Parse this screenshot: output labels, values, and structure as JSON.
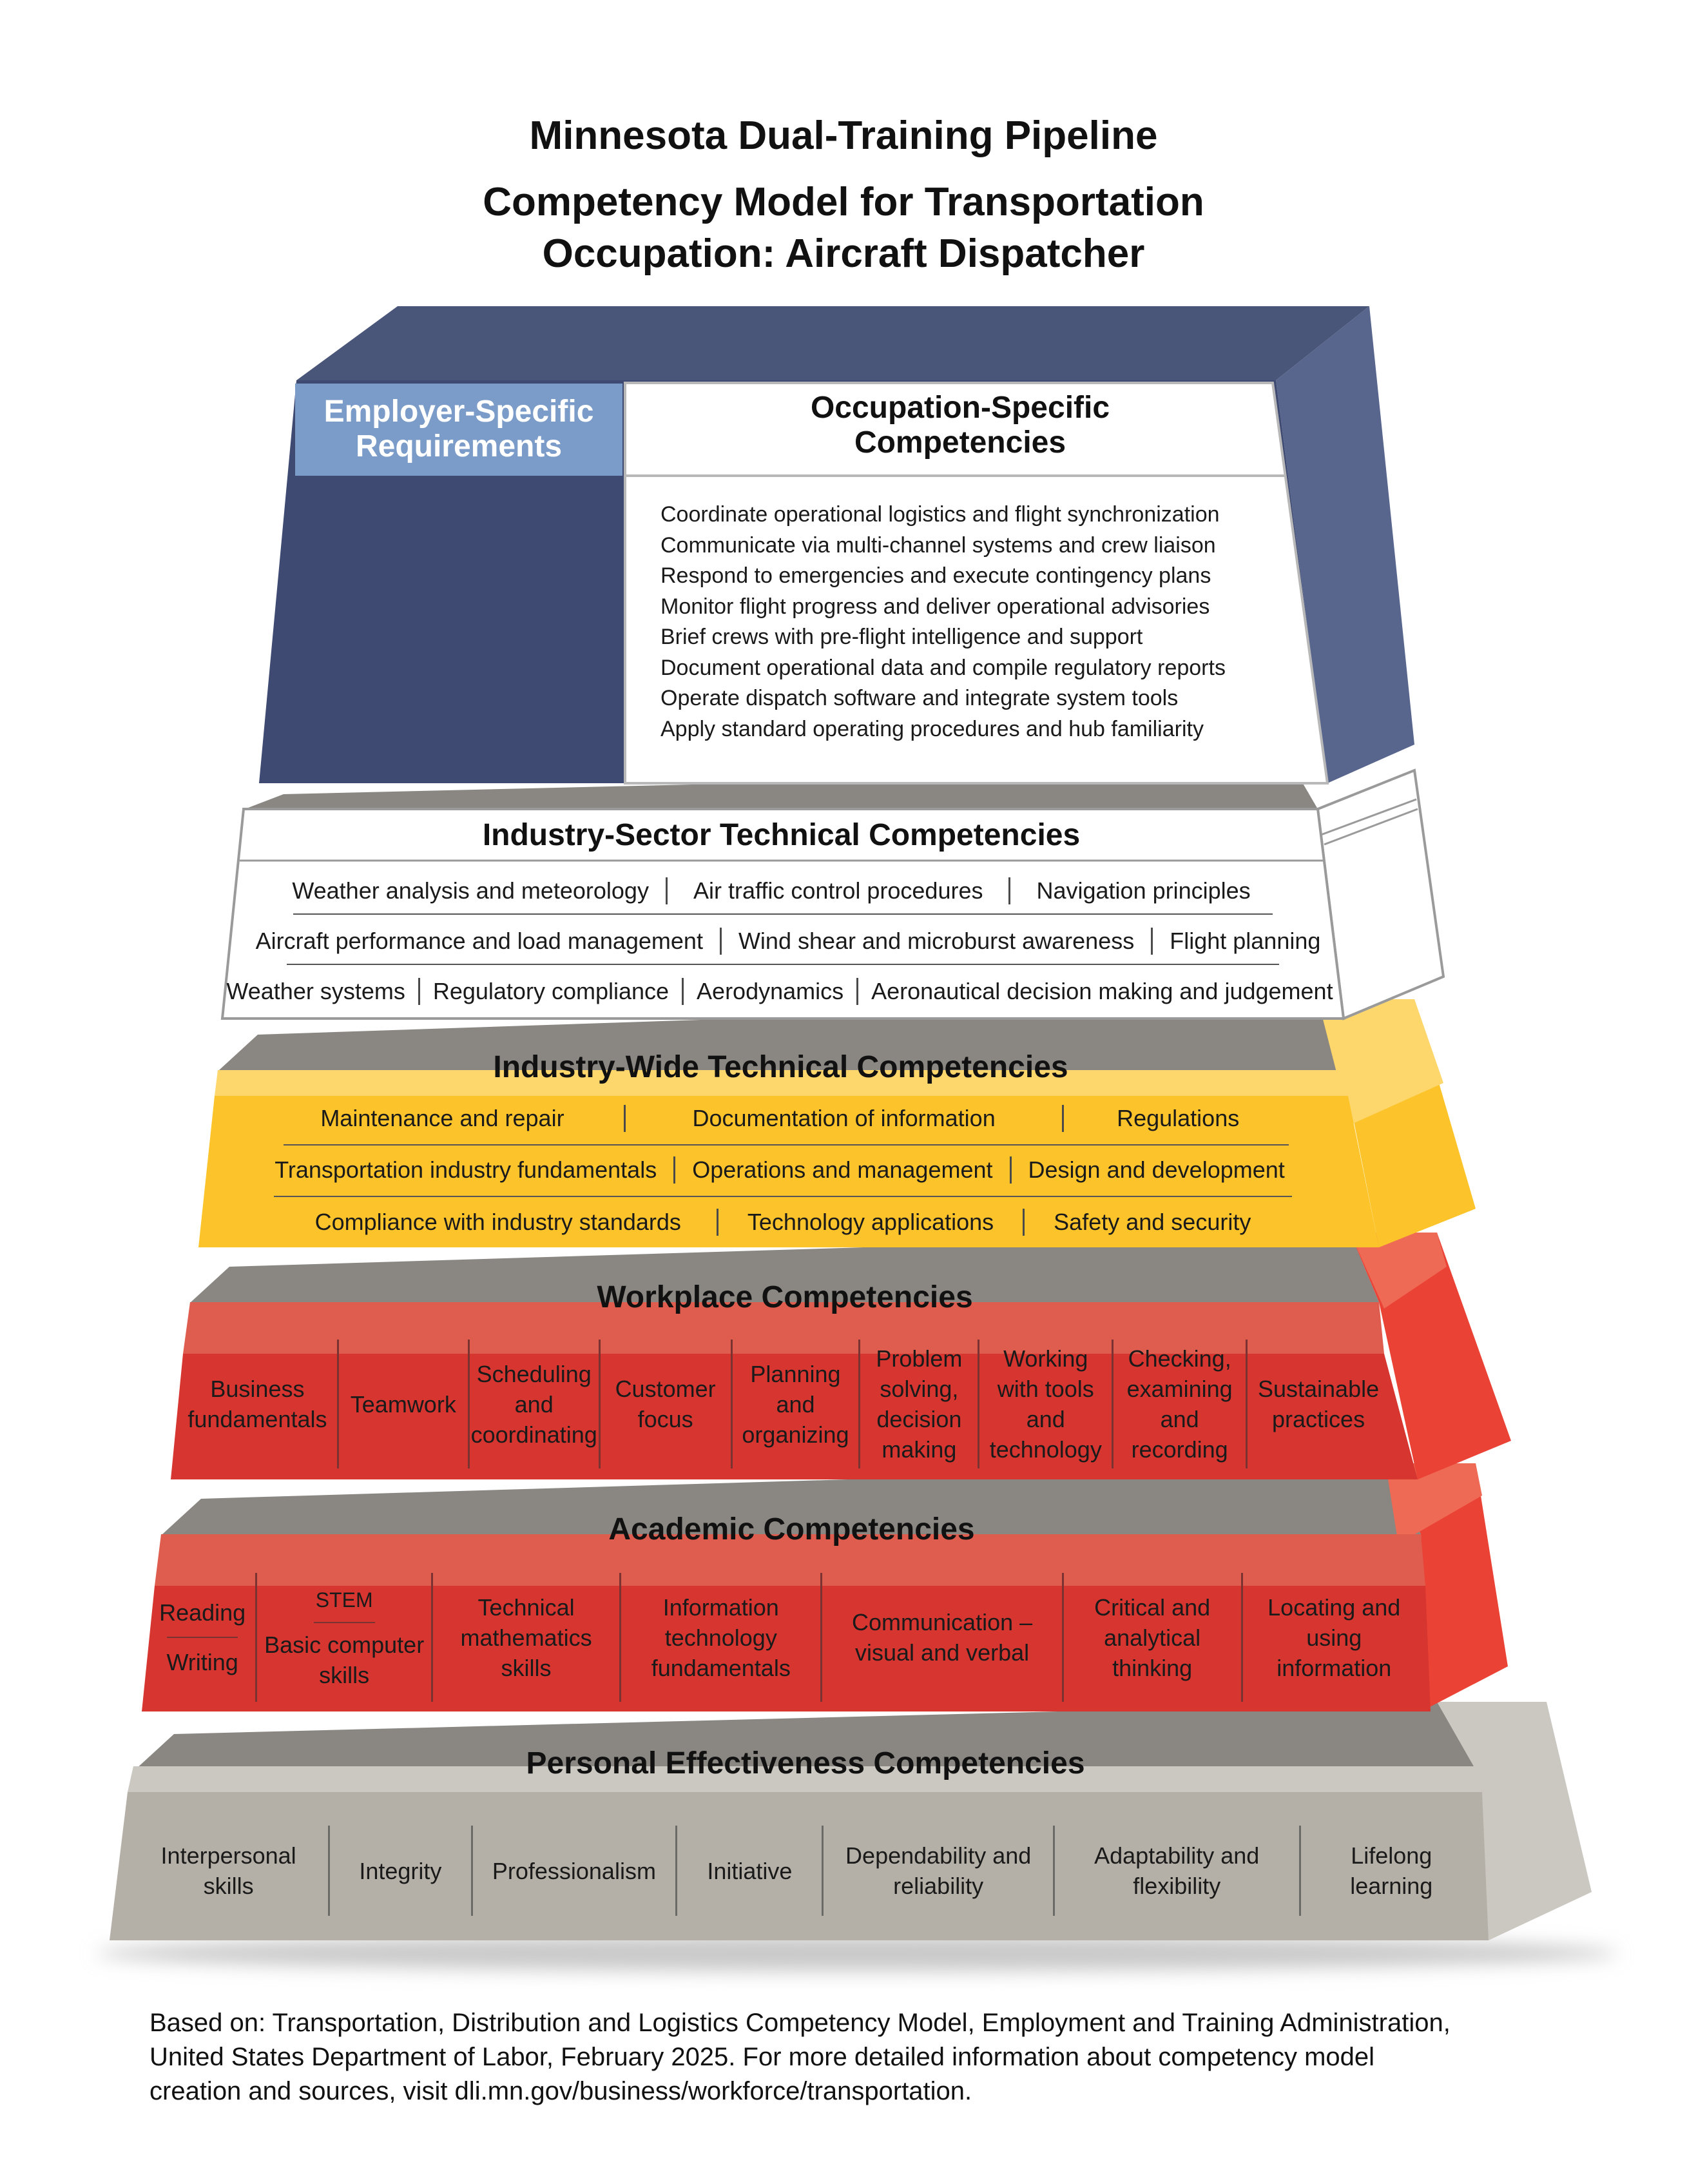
{
  "header": {
    "title_line1": "Minnesota Dual-Training Pipeline",
    "title_line2": "Competency Model for Transportation",
    "title_line3": "Occupation:  Aircraft Dispatcher"
  },
  "colors": {
    "navy": "#3e4a72",
    "navy_top": "#4a5679",
    "navy_side": "#58668e",
    "employer_label": "#7b9cc8",
    "yellow": "#fcc42a",
    "yellow_light": "#fdd66c",
    "red": "#d63530",
    "red_light": "#df5d4e",
    "red_side": "#ea4235",
    "gray": "#b5b0a7",
    "gray_light": "#cbc7c1",
    "shadow": "#8a8681"
  },
  "tier_top": {
    "employer_label": "Employer-Specific Requirements",
    "occupation_label": "Occupation-Specific Competencies",
    "items": [
      "Coordinate operational logistics and flight synchronization",
      "Communicate via multi-channel systems and crew liaison",
      "Respond to emergencies and execute contingency plans",
      "Monitor flight progress and deliver operational advisories",
      "Brief crews with pre-flight intelligence and support",
      "Document operational data and compile regulatory reports",
      "Operate dispatch software and integrate system tools",
      "Apply standard operating procedures and hub familiarity"
    ]
  },
  "tier_sector": {
    "title": "Industry-Sector Technical Competencies",
    "rows": [
      [
        "Weather analysis and meteorology",
        "Air traffic control procedures",
        "Navigation principles"
      ],
      [
        "Aircraft performance and load management",
        "Wind shear and microburst awareness",
        "Flight planning"
      ],
      [
        "Weather systems",
        "Regulatory compliance",
        "Aerodynamics",
        "Aeronautical decision making and judgement"
      ]
    ]
  },
  "tier_wide": {
    "title": "Industry-Wide Technical Competencies",
    "rows": [
      [
        "Maintenance and repair",
        "Documentation of information",
        "Regulations"
      ],
      [
        "Transportation industry fundamentals",
        "Operations and management",
        "Design and development"
      ],
      [
        "Compliance with industry standards",
        "Technology applications",
        "Safety and security"
      ]
    ]
  },
  "tier_workplace": {
    "title": "Workplace Competencies",
    "items": [
      "Business fundamentals",
      "Teamwork",
      "Scheduling and coordinating",
      "Customer focus",
      "Planning and organizing",
      "Problem solving, decision making",
      "Working with tools and technology",
      "Checking, examining and recording",
      "Sustainable practices"
    ]
  },
  "tier_academic": {
    "title": "Academic Competencies",
    "reading": "Reading",
    "writing": "Writing",
    "stem": "STEM",
    "basic_computer": "Basic computer skills",
    "items": [
      "Technical mathematics skills",
      "Information technology fundamentals",
      "Communication – visual and verbal",
      "Critical and analytical thinking",
      "Locating and using information"
    ]
  },
  "tier_personal": {
    "title": "Personal Effectiveness Competencies",
    "items": [
      "Interpersonal skills",
      "Integrity",
      "Professionalism",
      "Initiative",
      "Dependability and reliability",
      "Adaptability and flexibility",
      "Lifelong learning"
    ]
  },
  "footer": {
    "line1": "Based on:  Transportation, Distribution and Logistics Competency Model, Employment and Training Administration,",
    "line2": "United States Department of Labor, February 2025. For more detailed information about competency model",
    "line3": "creation and sources, visit dli.mn.gov/business/workforce/transportation."
  }
}
